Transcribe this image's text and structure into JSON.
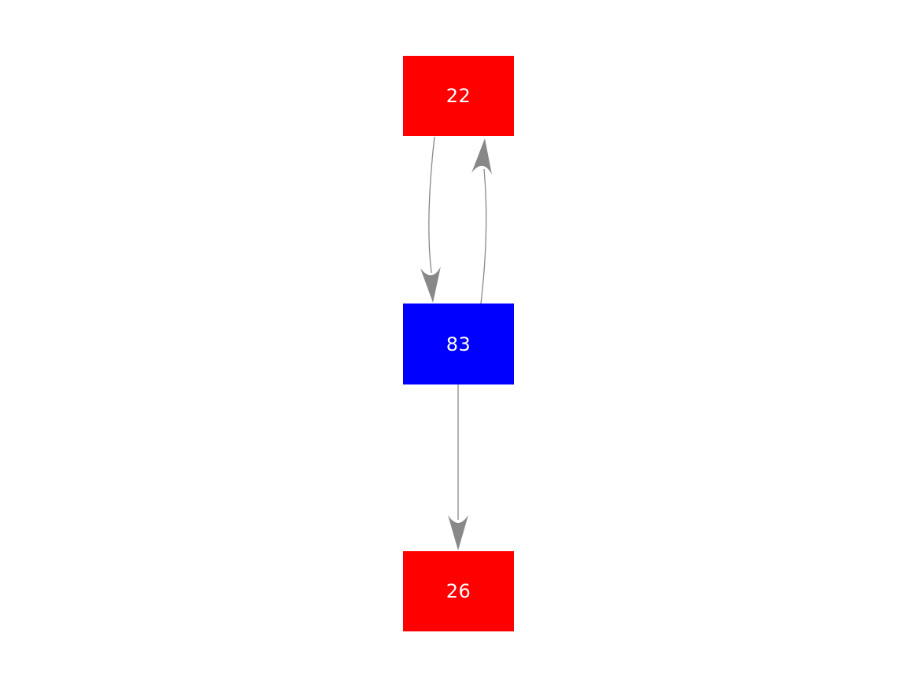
{
  "diagram": {
    "type": "directed-graph",
    "background": "#ffffff",
    "edge_color": "#888888",
    "nodes": [
      {
        "id": "22",
        "label": "22",
        "color": "#ff0000",
        "text_color": "#ffffff"
      },
      {
        "id": "83",
        "label": "83",
        "color": "#0000ff",
        "text_color": "#ffffff"
      },
      {
        "id": "26",
        "label": "26",
        "color": "#ff0000",
        "text_color": "#ffffff"
      }
    ],
    "edges": [
      {
        "from": "22",
        "to": "83",
        "curve": "arc-left",
        "arrow": "down"
      },
      {
        "from": "83",
        "to": "22",
        "curve": "arc-right",
        "arrow": "up"
      },
      {
        "from": "83",
        "to": "26",
        "curve": "straight",
        "arrow": "down"
      }
    ]
  }
}
